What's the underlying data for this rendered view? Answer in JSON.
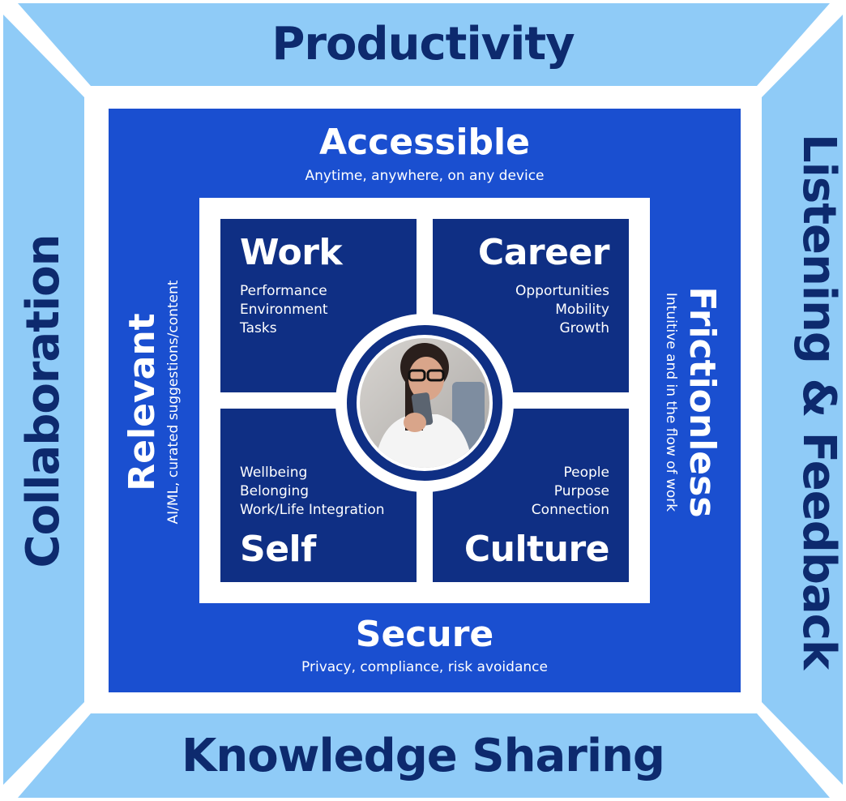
{
  "outer": {
    "top": "Productivity",
    "left": "Collaboration",
    "right": "Listening & Feedback",
    "bottom": "Knowledge Sharing"
  },
  "middle": {
    "top": {
      "title": "Accessible",
      "subtitle": "Anytime, anywhere, on any device"
    },
    "left": {
      "title": "Relevant",
      "subtitle": "AI/ML, curated suggestions/content"
    },
    "right": {
      "title": "Frictionless",
      "subtitle": "Intuitive and in the flow of work"
    },
    "bottom": {
      "title": "Secure",
      "subtitle": "Privacy, compliance, risk avoidance"
    }
  },
  "quadrants": {
    "work": {
      "title": "Work",
      "items": [
        "Performance",
        "Environment",
        "Tasks"
      ]
    },
    "career": {
      "title": "Career",
      "items": [
        "Opportunities",
        "Mobility",
        "Growth"
      ]
    },
    "self": {
      "title": "Self",
      "items": [
        "Wellbeing",
        "Belonging",
        "Work/Life Integration"
      ]
    },
    "culture": {
      "title": "Culture",
      "items": [
        "People",
        "Purpose",
        "Connection"
      ]
    }
  },
  "colors": {
    "outer_band": "#8fcbf7",
    "middle_band": "#1a4fd0",
    "quadrant": "#0f2f84",
    "outer_text": "#0d2a6e"
  }
}
